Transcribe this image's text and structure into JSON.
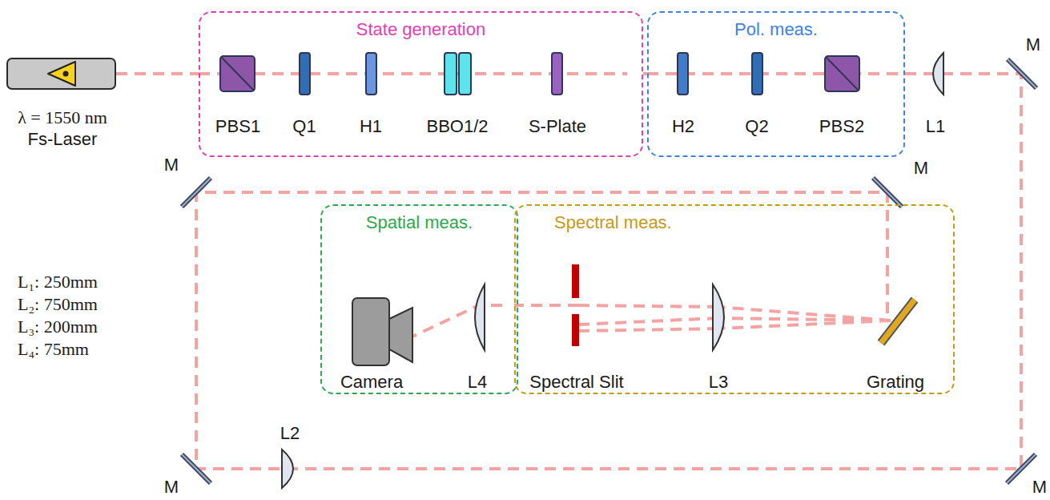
{
  "diagram": {
    "nodes": [
      {
        "text": [
          "λ = 1550 nm",
          "Fs-Laser"
        ]
      },
      {
        "text": [
          "State generation"
        ]
      },
      {
        "text": [
          "Pol. meas."
        ]
      },
      {
        "text": [
          "Spatial meas."
        ]
      },
      {
        "text": [
          "Spectral meas."
        ]
      }
    ],
    "edges": [
      {
        "from": 0,
        "to": 1,
        "arrow": "none"
      },
      {
        "from": 1,
        "to": 2,
        "arrow": "none"
      },
      {
        "from": 4,
        "to": 3,
        "arrow": "none"
      }
    ],
    "labels": [
      "PBS1",
      "Q1",
      "H1",
      "BBO1/2",
      "S-Plate",
      "H2",
      "Q2",
      "PBS2",
      "L1",
      "M",
      "M",
      "M",
      "L2",
      "M",
      "M",
      "Camera",
      "L4",
      "Spectral Slit",
      "L3",
      "Grating",
      "L₁: 250mm",
      "L₂: 750mm",
      "L₃: 200mm",
      "L₄: 75mm"
    ]
  }
}
